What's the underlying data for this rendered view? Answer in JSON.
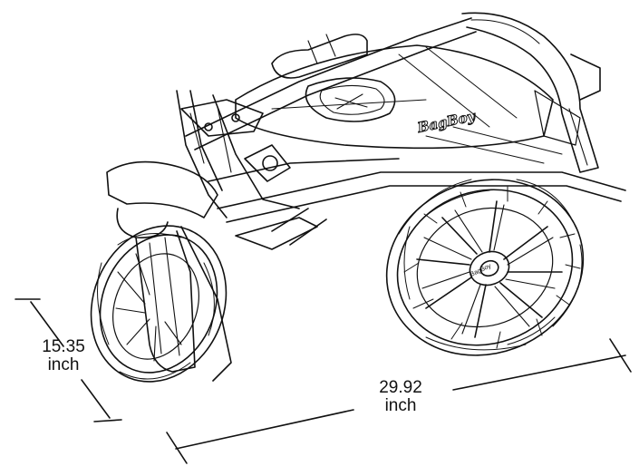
{
  "dimensions": {
    "depth": {
      "value": "15.35",
      "unit": "inch"
    },
    "width": {
      "value": "29.92",
      "unit": "inch"
    }
  },
  "brand_logos": {
    "frame": "BagBoy",
    "hub": "BagBoy"
  },
  "colors": {
    "line": "#111111",
    "background": "#ffffff"
  }
}
